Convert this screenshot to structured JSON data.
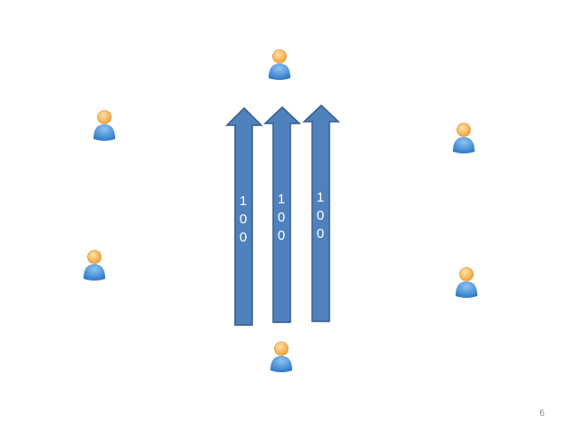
{
  "slide": {
    "page_number": "6"
  },
  "arrows": [
    {
      "label": "1\n0\n0"
    },
    {
      "label": "1\n0\n0"
    },
    {
      "label": "1\n0\n0"
    }
  ],
  "people": [
    {
      "icon": "person-icon"
    },
    {
      "icon": "person-icon"
    },
    {
      "icon": "person-icon"
    },
    {
      "icon": "person-icon"
    },
    {
      "icon": "person-icon"
    },
    {
      "icon": "person-icon"
    }
  ],
  "colors": {
    "arrow_fill": "#4f81bd",
    "arrow_stroke": "#385d8a",
    "person_body": "#4a90d9",
    "person_head": "#f7b95a"
  }
}
